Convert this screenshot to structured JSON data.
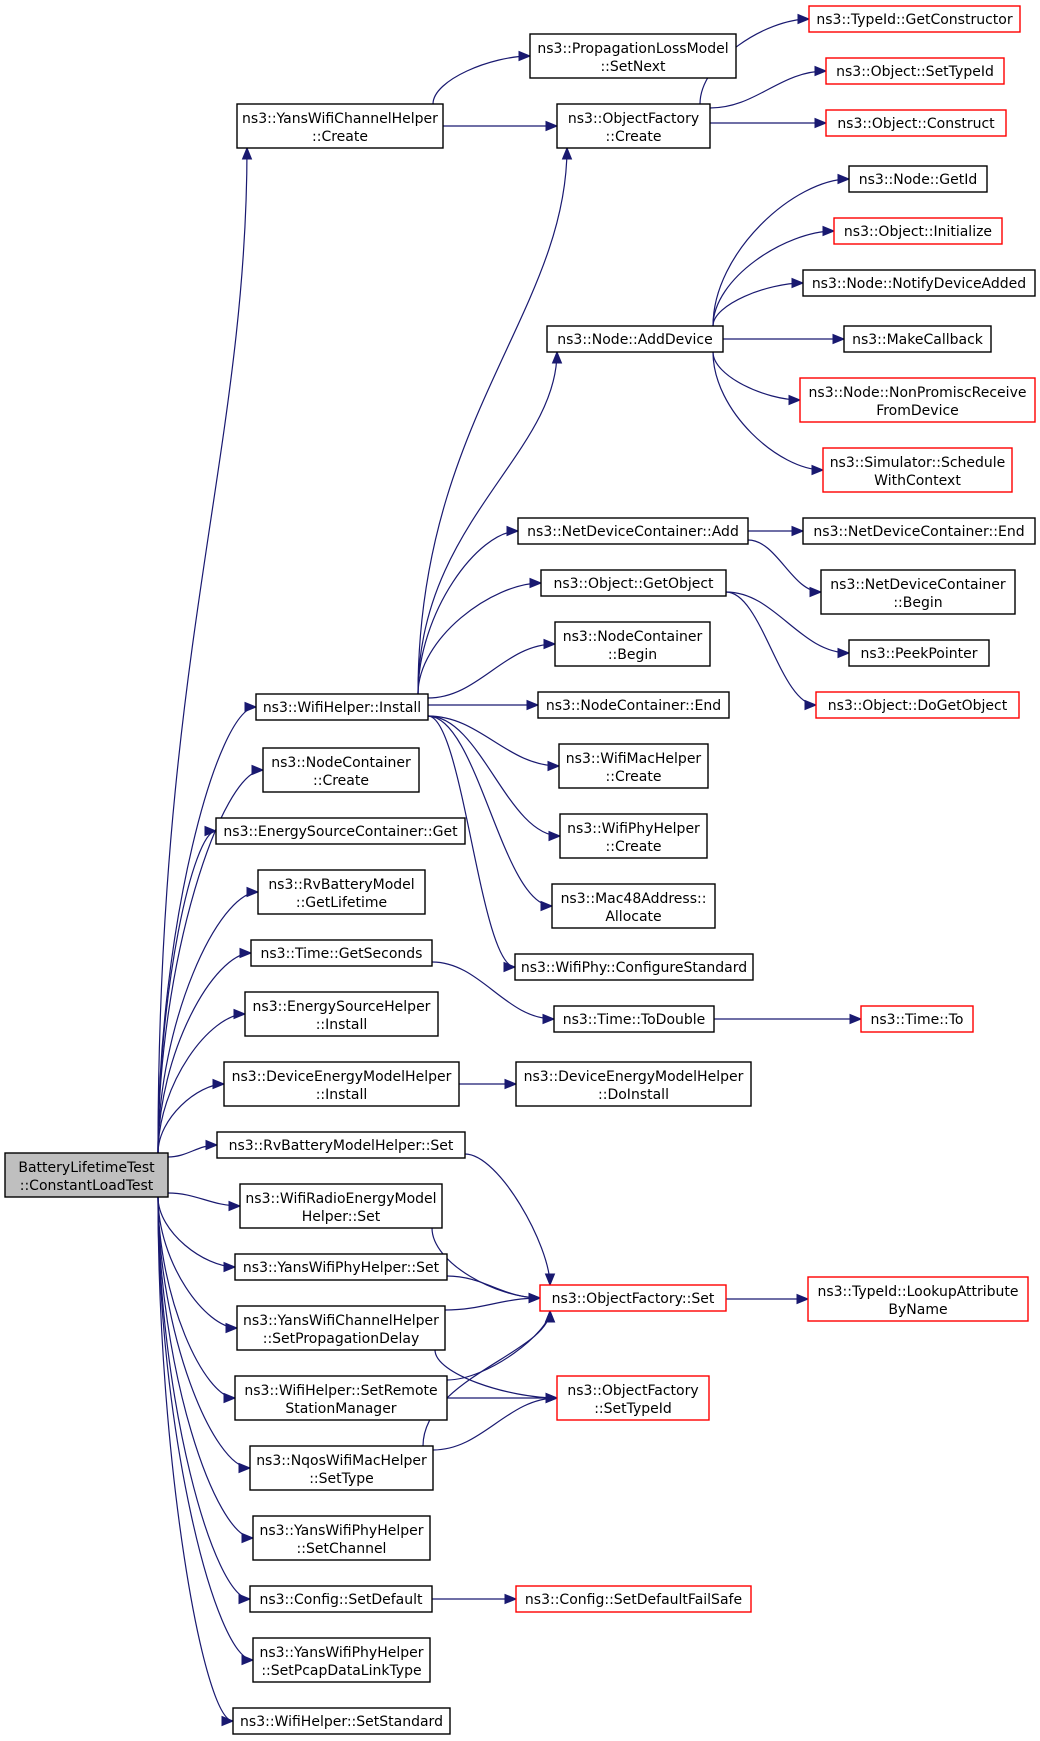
{
  "nodes": {
    "root": {
      "lines": [
        "BatteryLifetimeTest",
        "::ConstantLoadTest"
      ]
    },
    "yansChCreate": {
      "lines": [
        "ns3::YansWifiChannelHelper",
        "::Create"
      ]
    },
    "wifiInstall": {
      "lines": [
        "ns3::WifiHelper::Install"
      ]
    },
    "ncCreate": {
      "lines": [
        "ns3::NodeContainer",
        "::Create"
      ]
    },
    "escGet": {
      "lines": [
        "ns3::EnergySourceContainer::Get"
      ]
    },
    "rvGetLife": {
      "lines": [
        "ns3::RvBatteryModel",
        "::GetLifetime"
      ]
    },
    "timeGetSec": {
      "lines": [
        "ns3::Time::GetSeconds"
      ]
    },
    "eshInstall": {
      "lines": [
        "ns3::EnergySourceHelper",
        "::Install"
      ]
    },
    "demhInstall": {
      "lines": [
        "ns3::DeviceEnergyModelHelper",
        "::Install"
      ]
    },
    "rvbmhSet": {
      "lines": [
        "ns3::RvBatteryModelHelper::Set"
      ]
    },
    "wremhSet": {
      "lines": [
        "ns3::WifiRadioEnergyModel",
        "Helper::Set"
      ]
    },
    "ywphSet": {
      "lines": [
        "ns3::YansWifiPhyHelper::Set"
      ]
    },
    "ywchSetProp": {
      "lines": [
        "ns3::YansWifiChannelHelper",
        "::SetPropagationDelay"
      ]
    },
    "whSetRsm": {
      "lines": [
        "ns3::WifiHelper::SetRemote",
        "StationManager"
      ]
    },
    "nqosSetType": {
      "lines": [
        "ns3::NqosWifiMacHelper",
        "::SetType"
      ]
    },
    "ywphSetCh": {
      "lines": [
        "ns3::YansWifiPhyHelper",
        "::SetChannel"
      ]
    },
    "cfgSetDef": {
      "lines": [
        "ns3::Config::SetDefault"
      ]
    },
    "ywphSetPcap": {
      "lines": [
        "ns3::YansWifiPhyHelper",
        "::SetPcapDataLinkType"
      ]
    },
    "whSetStd": {
      "lines": [
        "ns3::WifiHelper::SetStandard"
      ]
    },
    "plmSetNext": {
      "lines": [
        "ns3::PropagationLossModel",
        "::SetNext"
      ]
    },
    "ofCreate": {
      "lines": [
        "ns3::ObjectFactory",
        "::Create"
      ]
    },
    "tidGetCtor": {
      "lines": [
        "ns3::TypeId::GetConstructor"
      ]
    },
    "objSetTid": {
      "lines": [
        "ns3::Object::SetTypeId"
      ]
    },
    "objConstruct": {
      "lines": [
        "ns3::Object::Construct"
      ]
    },
    "nodeGetId": {
      "lines": [
        "ns3::Node::GetId"
      ]
    },
    "objInit": {
      "lines": [
        "ns3::Object::Initialize"
      ]
    },
    "nodeNotify": {
      "lines": [
        "ns3::Node::NotifyDeviceAdded"
      ]
    },
    "nodeAddDev": {
      "lines": [
        "ns3::Node::AddDevice"
      ]
    },
    "makeCb": {
      "lines": [
        "ns3::MakeCallback"
      ]
    },
    "nodeNonProm": {
      "lines": [
        "ns3::Node::NonPromiscReceive",
        "FromDevice"
      ]
    },
    "simSched": {
      "lines": [
        "ns3::Simulator::Schedule",
        "WithContext"
      ]
    },
    "ndcAdd": {
      "lines": [
        "ns3::NetDeviceContainer::Add"
      ]
    },
    "ndcEnd": {
      "lines": [
        "ns3::NetDeviceContainer::End"
      ]
    },
    "ndcBegin": {
      "lines": [
        "ns3::NetDeviceContainer",
        "::Begin"
      ]
    },
    "objGetObj": {
      "lines": [
        "ns3::Object::GetObject"
      ]
    },
    "peekPtr": {
      "lines": [
        "ns3::PeekPointer"
      ]
    },
    "objDoGet": {
      "lines": [
        "ns3::Object::DoGetObject"
      ]
    },
    "ncBegin": {
      "lines": [
        "ns3::NodeContainer",
        "::Begin"
      ]
    },
    "ncEnd": {
      "lines": [
        "ns3::NodeContainer::End"
      ]
    },
    "wmhCreate": {
      "lines": [
        "ns3::WifiMacHelper",
        "::Create"
      ]
    },
    "wphCreate": {
      "lines": [
        "ns3::WifiPhyHelper",
        "::Create"
      ]
    },
    "macAlloc": {
      "lines": [
        "ns3::Mac48Address::",
        "Allocate"
      ]
    },
    "phyCfgStd": {
      "lines": [
        "ns3::WifiPhy::ConfigureStandard"
      ]
    },
    "timeToDbl": {
      "lines": [
        "ns3::Time::ToDouble"
      ]
    },
    "timeTo": {
      "lines": [
        "ns3::Time::To"
      ]
    },
    "demhDoInst": {
      "lines": [
        "ns3::DeviceEnergyModelHelper",
        "::DoInstall"
      ]
    },
    "ofSet": {
      "lines": [
        "ns3::ObjectFactory::Set"
      ]
    },
    "tidLookup": {
      "lines": [
        "ns3::TypeId::LookupAttribute",
        "ByName"
      ]
    },
    "ofSetTid": {
      "lines": [
        "ns3::ObjectFactory",
        "::SetTypeId"
      ]
    },
    "cfgSetDefFS": {
      "lines": [
        "ns3::Config::SetDefaultFailSafe"
      ]
    }
  },
  "colors": {
    "edge": "#191970",
    "external_border": "#ff0000",
    "root_fill": "#bfbfbf"
  }
}
